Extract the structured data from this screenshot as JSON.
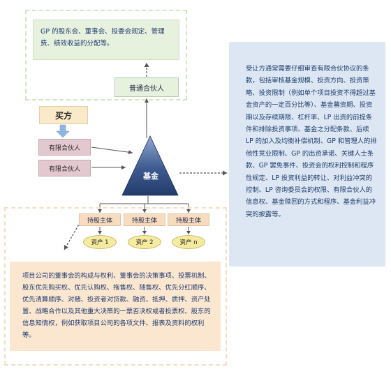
{
  "gp_rights_text": "GP 的股东会、董事会、投委会规定、管理费、绩效收益的分配等。",
  "gp_partner_label": "普通合伙人",
  "buyer_label": "买方",
  "lp_labels": [
    "有限合伙人",
    "有限合伙人"
  ],
  "fund_label": "基金",
  "lp_agreement_text": "受让方通常需要仔细审查有限合伙协议的条款，包括审核基金规模、投资方向、投资策略、投资限制（例如单个项目投资不得超过基金资产的一定百分比等）、基金募资期、投资期以及存续期限、杠杆率、LP 出资的前提条件和排除投资事项、基金之分配条款、后续 LP 的加入及均衡补偿机制、GP 和管理人的排他性竞业限制、GP 的出资承诺、关键人士条款、GP 罢免事件、投资会的权利控制和程序性规定、LP 投资利益的转让、对利益冲突的控制、LP 咨询委员会的权限、有限合伙人的信息权、基金赎回的方式和程序、基金利益冲突的披露等。",
  "holders": [
    {
      "label": "持股主体",
      "asset": "资产 1"
    },
    {
      "label": "持股主体",
      "asset": "资产 2"
    },
    {
      "label": "持股主体",
      "asset": "资产 n"
    }
  ],
  "portfolio_rights_text": "项目公司的董事会的构成与权利、董事会的决策事项、投票机制、股东优先购买权、优先认购权、拖售权、随售权、优先分红顺序、优先清算顺序、对赌、投资者对贷款、融资、抵押、质押、资产处置、战略合作以及其他重大决策的一票否决权或者投票权、股东的信息知情权，例如获取项目公司的各项文件、报表及资料的权利等。",
  "colors": {
    "gp_green": "#e7f2de",
    "right_blue": "#dde7f3",
    "bottom_peach": "#fbe6d0",
    "lp_pink": "#e4c8cf",
    "fund_navy": "#2f4a7a",
    "asset_yellow": "#f6eaa0",
    "arrow_blue": "#8fb5e3"
  }
}
